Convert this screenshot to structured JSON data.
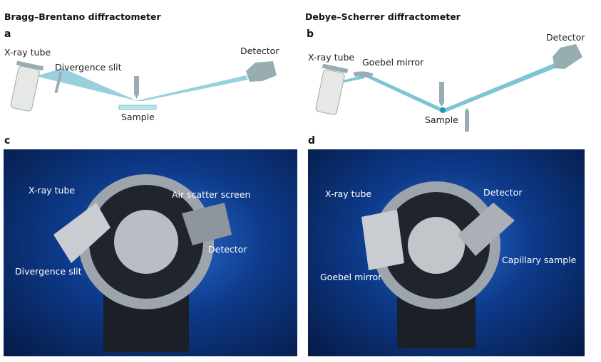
{
  "panel_a": {
    "heading": "Bragg–Brentano diffractometer",
    "letter": "a",
    "labels": {
      "tube": "X-ray tube",
      "slit": "Divergence slit",
      "sample": "Sample",
      "detector": "Detector"
    }
  },
  "panel_b": {
    "heading": "Debye–Scherrer diffractometer",
    "letter": "b",
    "labels": {
      "tube": "X-ray tube",
      "mirror": "Goebel mirror",
      "sample": "Sample",
      "detector": "Detector"
    }
  },
  "panel_c": {
    "letter": "c",
    "labels": {
      "tube": "X-ray tube",
      "air": "Air scatter screen",
      "detector": "Detector",
      "slit": "Divergence slit"
    }
  },
  "panel_d": {
    "letter": "d",
    "labels": {
      "tube": "X-ray tube",
      "detector": "Detector",
      "capillary": "Capillary sample",
      "mirror": "Goebel mirror"
    }
  },
  "colors": {
    "beam": "#7fc4d4",
    "component": "#97adb1",
    "photo_bg": "#0b2a6b"
  }
}
